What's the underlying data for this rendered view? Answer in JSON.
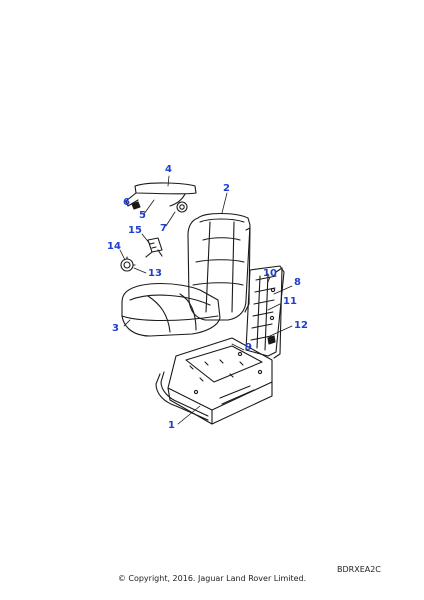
{
  "callouts": {
    "c1": "1",
    "c2": "2",
    "c3": "3",
    "c4": "4",
    "c5": "5",
    "c6": "6",
    "c7": "7",
    "c8": "8",
    "c9": "9",
    "c10": "10",
    "c11": "11",
    "c12": "12",
    "c13": "13",
    "c14": "14",
    "c15": "15"
  },
  "drawing_code": "BDRXEA2C",
  "copyright": "© Copyright, 2016. Jaguar Land Rover Limited.",
  "colors": {
    "callout": "#1f3fd0",
    "line": "#1a1a1a"
  }
}
